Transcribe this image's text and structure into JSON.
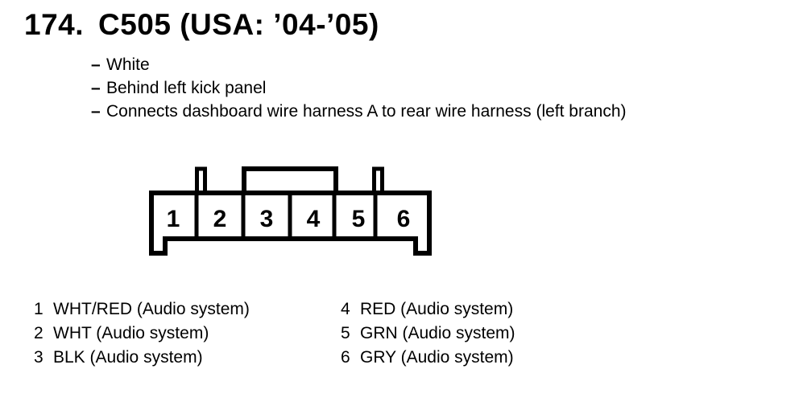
{
  "page": {
    "item_number": "174.",
    "title": "C505 (USA: ’04-’05)",
    "bullet": "–",
    "notes": [
      "White",
      "Behind left kick panel",
      "Connects dashboard wire harness A to rear wire harness (left branch)"
    ]
  },
  "connector": {
    "cavity_numbers": [
      "1",
      "2",
      "3",
      "4",
      "5",
      "6"
    ]
  },
  "pin_list": {
    "left": [
      {
        "pin": "1",
        "desc": "WHT/RED (Audio system)"
      },
      {
        "pin": "2",
        "desc": "WHT (Audio system)"
      },
      {
        "pin": "3",
        "desc": "BLK (Audio system)"
      }
    ],
    "right": [
      {
        "pin": "4",
        "desc": "RED (Audio system)"
      },
      {
        "pin": "5",
        "desc": "GRN (Audio system)"
      },
      {
        "pin": "6",
        "desc": "GRY (Audio system)"
      }
    ]
  },
  "colors": {
    "ink": "#000000",
    "paper": "#ffffff"
  }
}
